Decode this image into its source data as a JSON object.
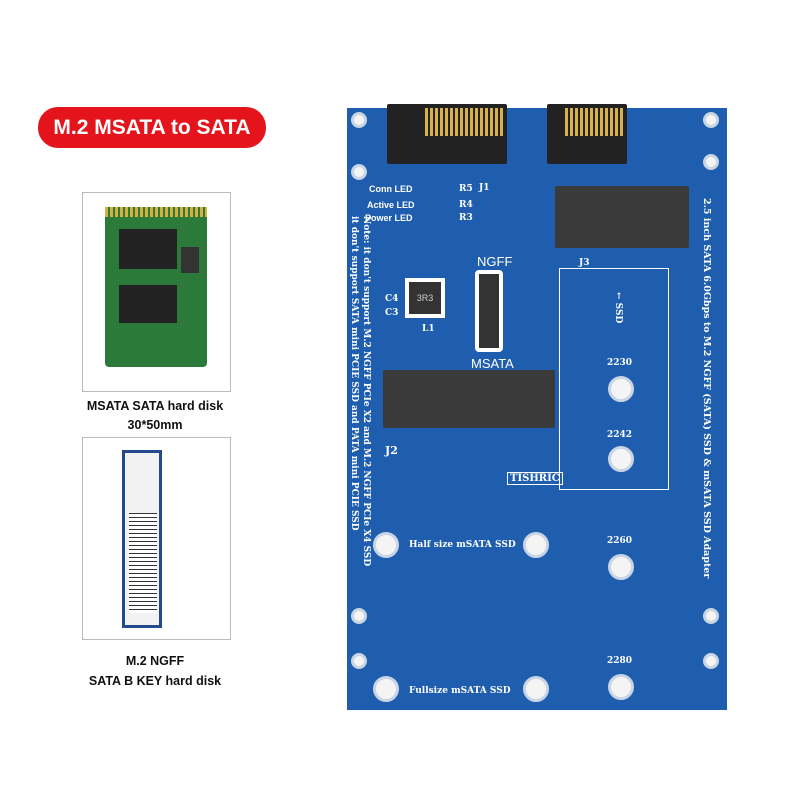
{
  "title": "M.2 MSATA to SATA",
  "products": [
    {
      "caption_line1": "MSATA SATA hard disk",
      "caption_line2": "30*50mm"
    },
    {
      "caption_line1": "M.2 NGFF",
      "caption_line2": "SATA B KEY hard disk"
    }
  ],
  "pcb": {
    "leds": [
      "Conn LED",
      "Active LED",
      "Power LED"
    ],
    "resistors": [
      "R5",
      "R4",
      "R3"
    ],
    "j1": "J1",
    "j2": "J2",
    "j3": "J3",
    "l1": "L1",
    "c3": "C3",
    "c4": "C4",
    "inductor": "3R3",
    "ngff": "NGFF",
    "msata": "MSATA",
    "brand": "TISHRIC",
    "ssd_arrow": "← SSD",
    "note1": "Note: it don't support M.2 NGFF PCIe X2 and M.2 NGFF PCIe X4 SSD",
    "note2": "it don't support SATA mini PCIE SSD and PATA mini PCIE SSD",
    "side_text": "2.5 inch SATA 6.0Gbps to M.2 NGFF (SATA) SSD & mSATA SSD Adapter",
    "sizes": [
      "2230",
      "2242",
      "2260",
      "2280"
    ],
    "half_size": "Half size  mSATA SSD",
    "full_size": "Fullsize  mSATA SSD"
  }
}
